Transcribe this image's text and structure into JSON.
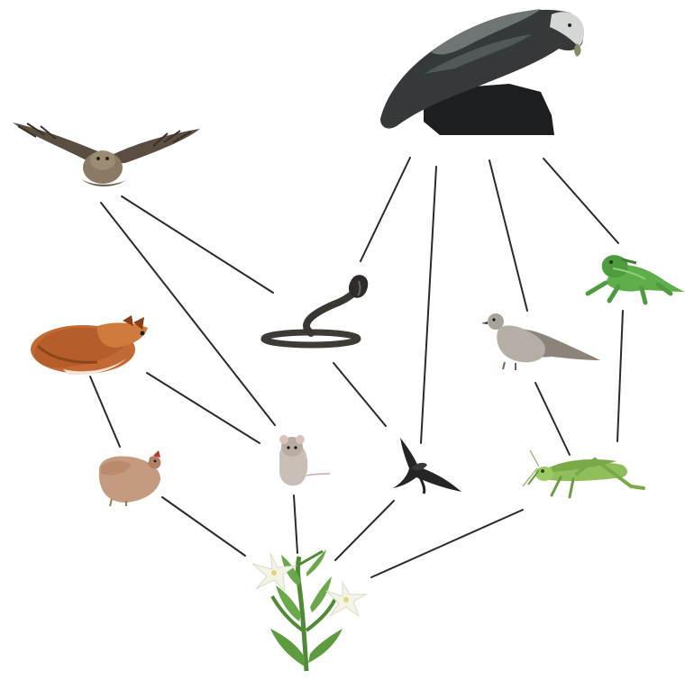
{
  "organisms": [
    {
      "id": "eagle",
      "icon": "eagle-icon"
    },
    {
      "id": "owl",
      "icon": "owl-icon"
    },
    {
      "id": "cobra",
      "icon": "cobra-icon"
    },
    {
      "id": "dove",
      "icon": "dove-icon"
    },
    {
      "id": "lizard",
      "icon": "lizard-icon"
    },
    {
      "id": "fox",
      "icon": "fox-icon"
    },
    {
      "id": "chicken",
      "icon": "chicken-icon"
    },
    {
      "id": "mouse",
      "icon": "mouse-icon"
    },
    {
      "id": "swallow",
      "icon": "swallow-icon"
    },
    {
      "id": "grasshopper",
      "icon": "grasshopper-icon"
    },
    {
      "id": "lily",
      "icon": "lily-plant-icon"
    }
  ],
  "feeding_links": [
    {
      "predator": "eagle",
      "prey": "cobra"
    },
    {
      "predator": "eagle",
      "prey": "swallow"
    },
    {
      "predator": "eagle",
      "prey": "dove"
    },
    {
      "predator": "eagle",
      "prey": "lizard"
    },
    {
      "predator": "owl",
      "prey": "cobra"
    },
    {
      "predator": "owl",
      "prey": "mouse"
    },
    {
      "predator": "fox",
      "prey": "chicken"
    },
    {
      "predator": "fox",
      "prey": "mouse"
    },
    {
      "predator": "cobra",
      "prey": "swallow"
    },
    {
      "predator": "dove",
      "prey": "grasshopper"
    },
    {
      "predator": "lizard",
      "prey": "grasshopper"
    },
    {
      "predator": "chicken",
      "prey": "lily"
    },
    {
      "predator": "mouse",
      "prey": "lily"
    },
    {
      "predator": "swallow",
      "prey": "lily"
    },
    {
      "predator": "grasshopper",
      "prey": "lily"
    }
  ],
  "colors": {
    "line": "#2a2a2a",
    "background": "#ffffff"
  }
}
